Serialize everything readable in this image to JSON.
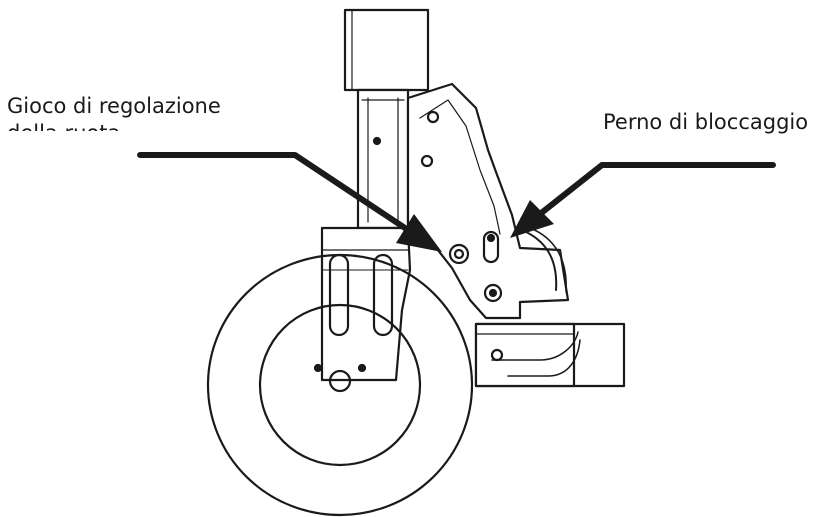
{
  "labels": {
    "adjustment_play": "Gioco di regolazione",
    "adjustment_play_continued": "della ruota",
    "locking_pin": "Perno di bloccaggio"
  }
}
